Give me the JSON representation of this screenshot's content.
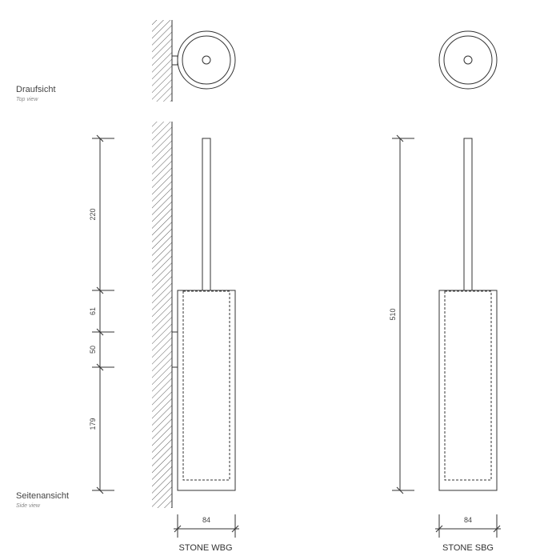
{
  "labels": {
    "top_view": "Draufsicht",
    "top_view_en": "Top view",
    "side_view": "Seitenansicht",
    "side_view_en": "Side view"
  },
  "products": [
    {
      "name": "STONE WBG",
      "width": "84",
      "dims": [
        "220",
        "61",
        "50",
        "179"
      ]
    },
    {
      "name": "STONE SBG",
      "width": "84",
      "height": "510"
    }
  ]
}
